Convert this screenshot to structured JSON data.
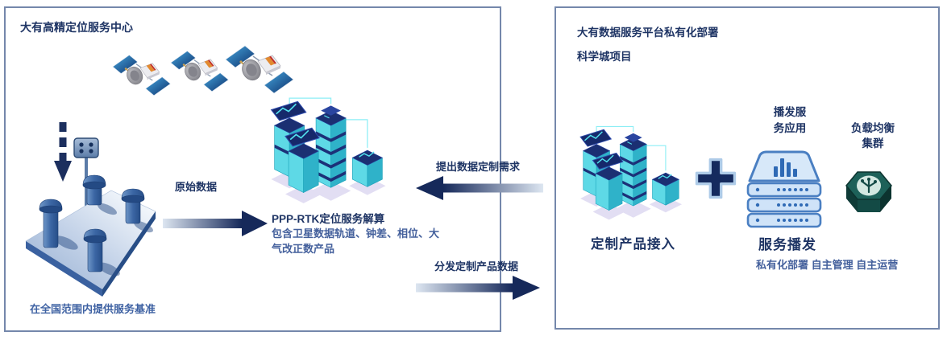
{
  "left_panel": {
    "title": "大有高精定位服务中心",
    "raw_data_label": "原始数据",
    "solution_title": "PPP-RTK定位服务解算",
    "solution_desc_lines": [
      "包含卫星数据轨道、钟差、相位、大",
      "气改正数产品"
    ],
    "coverage_note": "在全国范围内提供服务基准"
  },
  "flow": {
    "request_label": "提出数据定制需求",
    "distribute_label": "分发定制产品数据"
  },
  "right_panel": {
    "title_line1": "大有数据服务平台私有化部署",
    "title_line2": "科学城项目",
    "access_label": "定制产品接入",
    "broadcast_app_lines": [
      "播发服",
      "务应用"
    ],
    "load_balancer_lines": [
      "负载均衡",
      "集群"
    ],
    "service_title": "服务播发",
    "service_desc": "私有化部署 自主管理 自主运营"
  },
  "icons": {
    "satellites": "satellite-icon",
    "downlink": "dashed-downlink-arrow-icon",
    "base_station": "gnss-base-station-icon",
    "antenna": "receiver-antenna-icon",
    "data_center": "data-center-buildings-icon",
    "plus": "plus-icon",
    "server": "server-rack-icon",
    "load_balancer": "load-balancer-hexagon-icon"
  },
  "colors": {
    "panel_border": "#7487AB",
    "title_text": "#1E3464",
    "body_text": "#44609C",
    "arrow_dark": "#16295A",
    "building_teal": "#2FB2C9",
    "building_navy": "#1B2F72",
    "server_blue": "#4A7FC2",
    "load_balancer_green": "#1D6159"
  }
}
